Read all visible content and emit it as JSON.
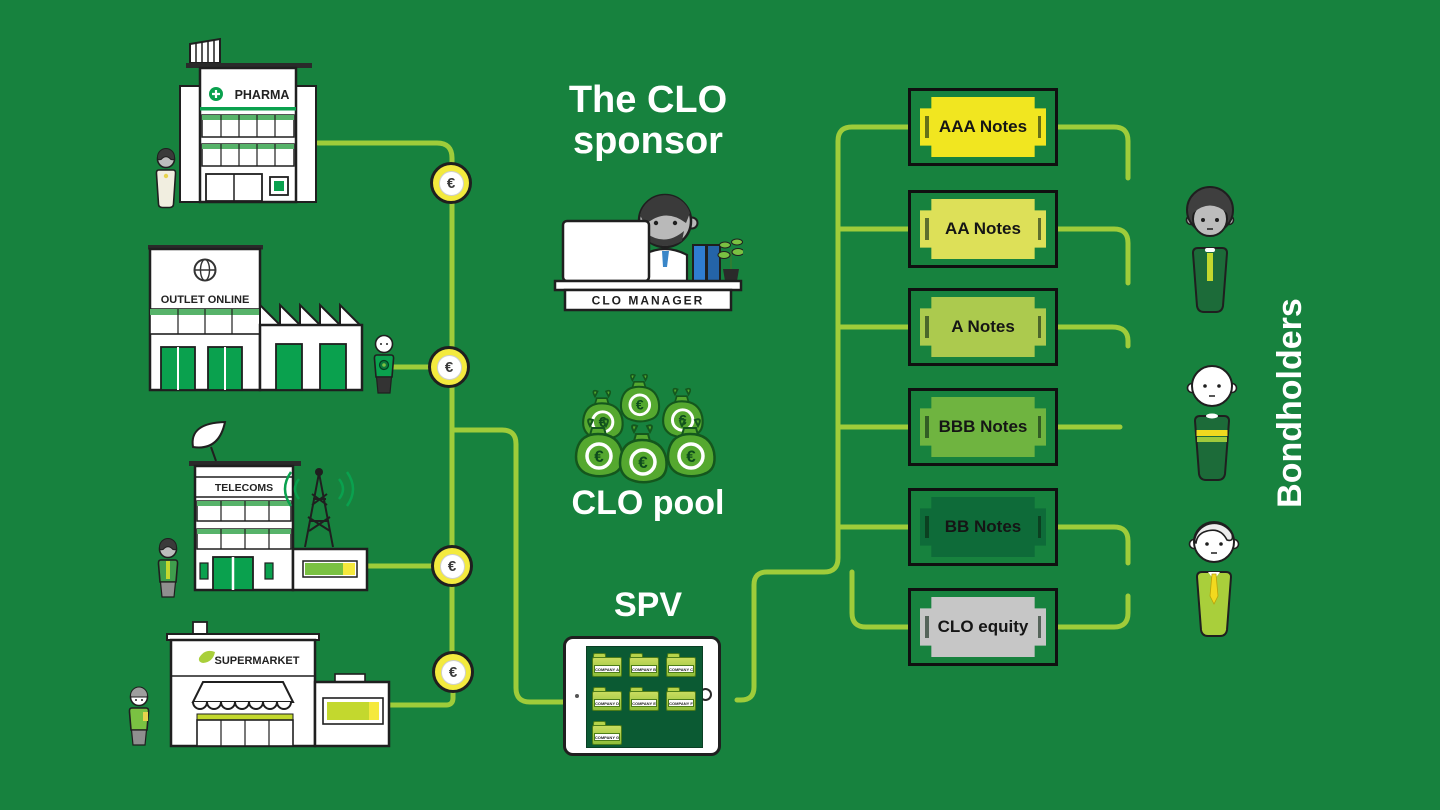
{
  "background_color": "#17823e",
  "line_color": "#9fcc3a",
  "euro_symbol": "€",
  "titles": {
    "sponsor_line1": "The CLO",
    "sponsor_line2": "sponsor",
    "manager_desk": "CLO MANAGER",
    "pool": "CLO pool",
    "spv": "SPV",
    "bondholders": "Bondholders"
  },
  "buildings": [
    {
      "id": "pharma",
      "label": "PHARMA"
    },
    {
      "id": "outlet",
      "label": "OUTLET ONLINE"
    },
    {
      "id": "telecoms",
      "label": "TELECOMS"
    },
    {
      "id": "supermarket",
      "label": "SUPERMARKET"
    }
  ],
  "tranches": [
    {
      "label": "AAA Notes",
      "fill": "#f1e620"
    },
    {
      "label": "AA Notes",
      "fill": "#dde058"
    },
    {
      "label": "A Notes",
      "fill": "#acca4e"
    },
    {
      "label": "BBB Notes",
      "fill": "#6fb440"
    },
    {
      "label": "BB Notes",
      "fill": "#0e6b39"
    },
    {
      "label": "CLO equity",
      "fill": "#c6c6c6"
    }
  ],
  "spv": {
    "folders": [
      "COMPANY A",
      "COMPANY B",
      "COMPANY C",
      "COMPANY D",
      "COMPANY E",
      "COMPANY F",
      "COMPANY G"
    ]
  }
}
